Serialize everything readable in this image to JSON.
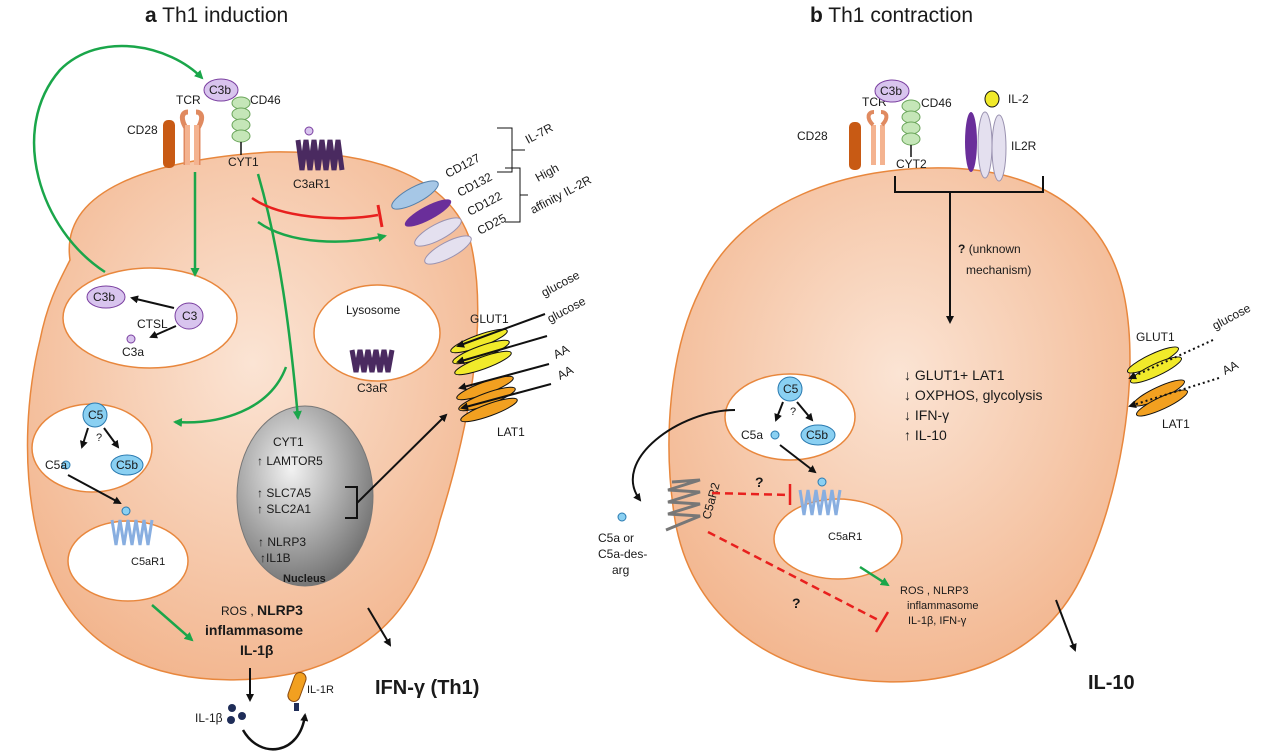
{
  "panel_a": {
    "letter": "a",
    "title": "Th1 induction",
    "c3b_top": "C3b",
    "tcr": "TCR",
    "cd46": "CD46",
    "cd28": "CD28",
    "cyt1": "CYT1",
    "c3ar1": "C3aR1",
    "cd127": "CD127",
    "cd132": "CD132",
    "cd122": "CD122",
    "cd25": "CD25",
    "il7r": "IL-7R",
    "high": "High",
    "affinity": "affinity IL-2R",
    "c3b_vesicle": "C3b",
    "c3": "C3",
    "ctsl": "CTSL",
    "c3a": "C3a",
    "lysosome": "Lysosome",
    "c3ar": "C3aR",
    "glut1": "GLUT1",
    "glucose1": "glucose",
    "glucose2": "glucose",
    "aa1": "AA",
    "aa2": "AA",
    "lat1": "LAT1",
    "c5": "C5",
    "q": "?",
    "c5a": "C5a",
    "c5b": "C5b",
    "c5ar1": "C5aR1",
    "nucleus": {
      "cyt1": "CYT1",
      "lamtor5": "↑ LAMTOR5",
      "slc7a5": "↑ SLC7A5",
      "slc2a1": "↑ SLC2A1",
      "nlrp3": "↑ NLRP3",
      "il1b": "↑IL1B",
      "label": "Nucleus"
    },
    "ros": "ROS ,",
    "nlrp3_b": "NLRP3",
    "inflammasome": "inflammasome",
    "il1b_b": "IL-1β",
    "ifng": "IFN-γ (Th1)",
    "il1b_out": "IL-1β",
    "il1r": "IL-1R"
  },
  "panel_b": {
    "letter": "b",
    "title": "Th1 contraction",
    "c3b": "C3b",
    "tcr": "TCR",
    "cd46": "CD46",
    "cd28": "CD28",
    "cyt2": "CYT2",
    "il2": "IL-2",
    "il2r": "IL2R",
    "q_unknown": "?",
    "unknown1": "(unknown",
    "unknown2": "mechanism)",
    "glut1": "GLUT1",
    "glucose": "glucose",
    "aa": "AA",
    "lat1": "LAT1",
    "effects": [
      "↓ GLUT1+ LAT1",
      "↓ OXPHOS, glycolysis",
      "↓ IFN-γ",
      "↑ IL-10"
    ],
    "c5": "C5",
    "q": "?",
    "c5a": "C5a",
    "c5b": "C5b",
    "c5ar2": "C5aR2",
    "c5ar1": "C5aR1",
    "q2": "?",
    "q3": "?",
    "c5a_or_1": "C5a or",
    "c5a_or_2": "C5a-des-",
    "c5a_or_3": "arg",
    "ros": "ROS , NLRP3",
    "inflammasome": "inflammasome",
    "il1b_ifng": "IL-1β, IFN-γ",
    "il10": "IL-10"
  },
  "colors": {
    "cell_fill": "#f6c3a3",
    "cell_stroke": "#e8873d",
    "green": "#1aa64a",
    "red": "#e8201e",
    "purple": "#7a3fa0",
    "lavender": "#d8c4ee",
    "c5_blue": "#8ad0f2",
    "yellow": "#f1ea2a",
    "orange": "#f2a020"
  }
}
